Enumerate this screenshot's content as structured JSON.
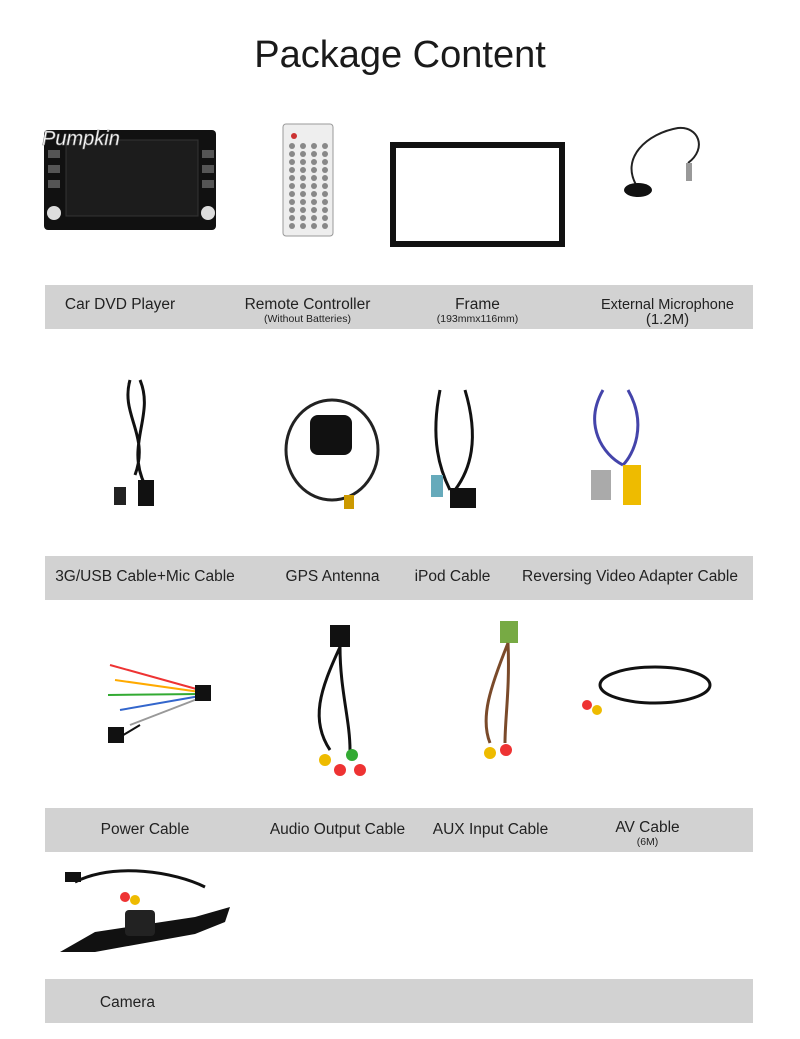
{
  "title": "Package Content",
  "brand": "Pumpkin",
  "items": [
    {
      "name": "Car DVD Player"
    },
    {
      "name": "Remote Controller",
      "note": "(Without Batteries)"
    },
    {
      "name": "Frame",
      "note": "(193mmx116mm)"
    },
    {
      "name": "External Microphone",
      "note": "(1.2M)"
    },
    {
      "name": "3G/USB Cable+Mic Cable"
    },
    {
      "name": "GPS Antenna"
    },
    {
      "name": "iPod Cable"
    },
    {
      "name": "Reversing Video Adapter Cable"
    },
    {
      "name": "Power Cable"
    },
    {
      "name": "Audio Output Cable"
    },
    {
      "name": "AUX Input Cable"
    },
    {
      "name": "AV Cable",
      "note": "(6M)"
    },
    {
      "name": "Camera"
    }
  ],
  "colors": {
    "bar": "#d2d2d2",
    "text": "#222222"
  }
}
